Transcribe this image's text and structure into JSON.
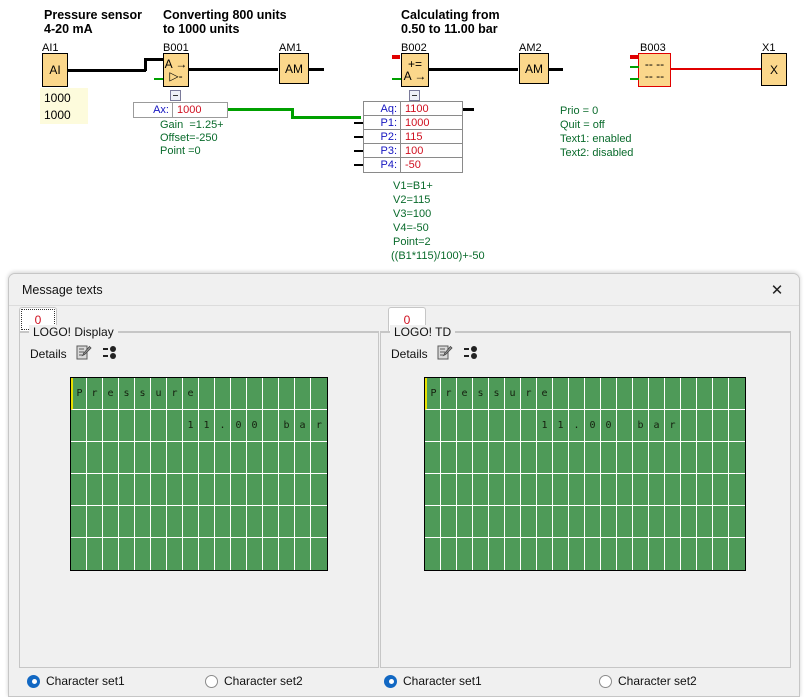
{
  "circuit": {
    "captions": [
      {
        "text": "Pressure sensor\n4-20 mA"
      },
      {
        "text": "Converting 800 units\nto 1000 units"
      },
      {
        "text": "Calculating from\n0.50 to 11.00 bar"
      }
    ],
    "blocks": [
      {
        "id": "AI1",
        "glyph_rows": [
          "AI"
        ],
        "selected": false
      },
      {
        "id": "B001",
        "glyph_rows": [
          "A →",
          "▷-"
        ],
        "selected": false
      },
      {
        "id": "AM1",
        "glyph_rows": [
          "AM"
        ],
        "selected": false
      },
      {
        "id": "B002",
        "glyph_rows": [
          "+=",
          "A →"
        ],
        "selected": false
      },
      {
        "id": "AM2",
        "glyph_rows": [
          "AM"
        ],
        "selected": false
      },
      {
        "id": "B003",
        "glyph_rows": [
          "-- --",
          "-- --"
        ],
        "selected": true
      },
      {
        "id": "X1",
        "glyph_rows": [
          "X"
        ],
        "selected": false
      }
    ],
    "ai1_values": [
      "1000",
      "1000"
    ],
    "b001_valuebox": {
      "key": "Ax:",
      "value": "1000"
    },
    "b001_params": [
      "Gain  =1.25+",
      "Offset=-250",
      "Point =0"
    ],
    "b002_table": [
      {
        "key": "Aq:",
        "value": "1100"
      },
      {
        "key": "P1:",
        "value": "1000"
      },
      {
        "key": "P2:",
        "value": "115"
      },
      {
        "key": "P3:",
        "value": "100"
      },
      {
        "key": "P4:",
        "value": "-50"
      }
    ],
    "b002_params": [
      "V1=B1+",
      "V2=115",
      "V3=100",
      "V4=-50",
      "Point=2",
      "((B1*115)/100)+-50"
    ],
    "am2_params": [
      "Prio = 0",
      "Quit = off",
      "Text1: enabled",
      "Text2: disabled"
    ]
  },
  "dialog": {
    "title": "Message texts",
    "close_label": "✕",
    "panels": [
      {
        "tab_label": "0",
        "group_title": "LOGO! Display",
        "details_label": "Details",
        "cols": 16,
        "rows": 6,
        "lines": [
          "Pressure        ",
          "       11.00 bar",
          "                ",
          "                ",
          "                ",
          "                "
        ],
        "radio1": "Character set1",
        "radio2": "Character set2",
        "selected_radio": 1
      },
      {
        "tab_label": "0",
        "group_title": "LOGO! TD",
        "details_label": "Details",
        "cols": 20,
        "rows": 6,
        "lines": [
          "Pressure            ",
          "       11.00 bar    ",
          "                    ",
          "                    ",
          "                    ",
          "                    "
        ],
        "radio1": "Character set1",
        "radio2": "Character set2",
        "selected_radio": 1
      }
    ],
    "icons": {
      "edit": "edit-document-icon",
      "connect": "connect-nodes-icon"
    }
  },
  "colors": {
    "block_fill": "#fbd78b",
    "selected_border": "#e00000",
    "lcd_green": "#4e9a58",
    "param_green": "#0a6b2c",
    "value_red": "#d01020",
    "key_blue": "#1515c0",
    "radio_blue": "#1268c3"
  }
}
